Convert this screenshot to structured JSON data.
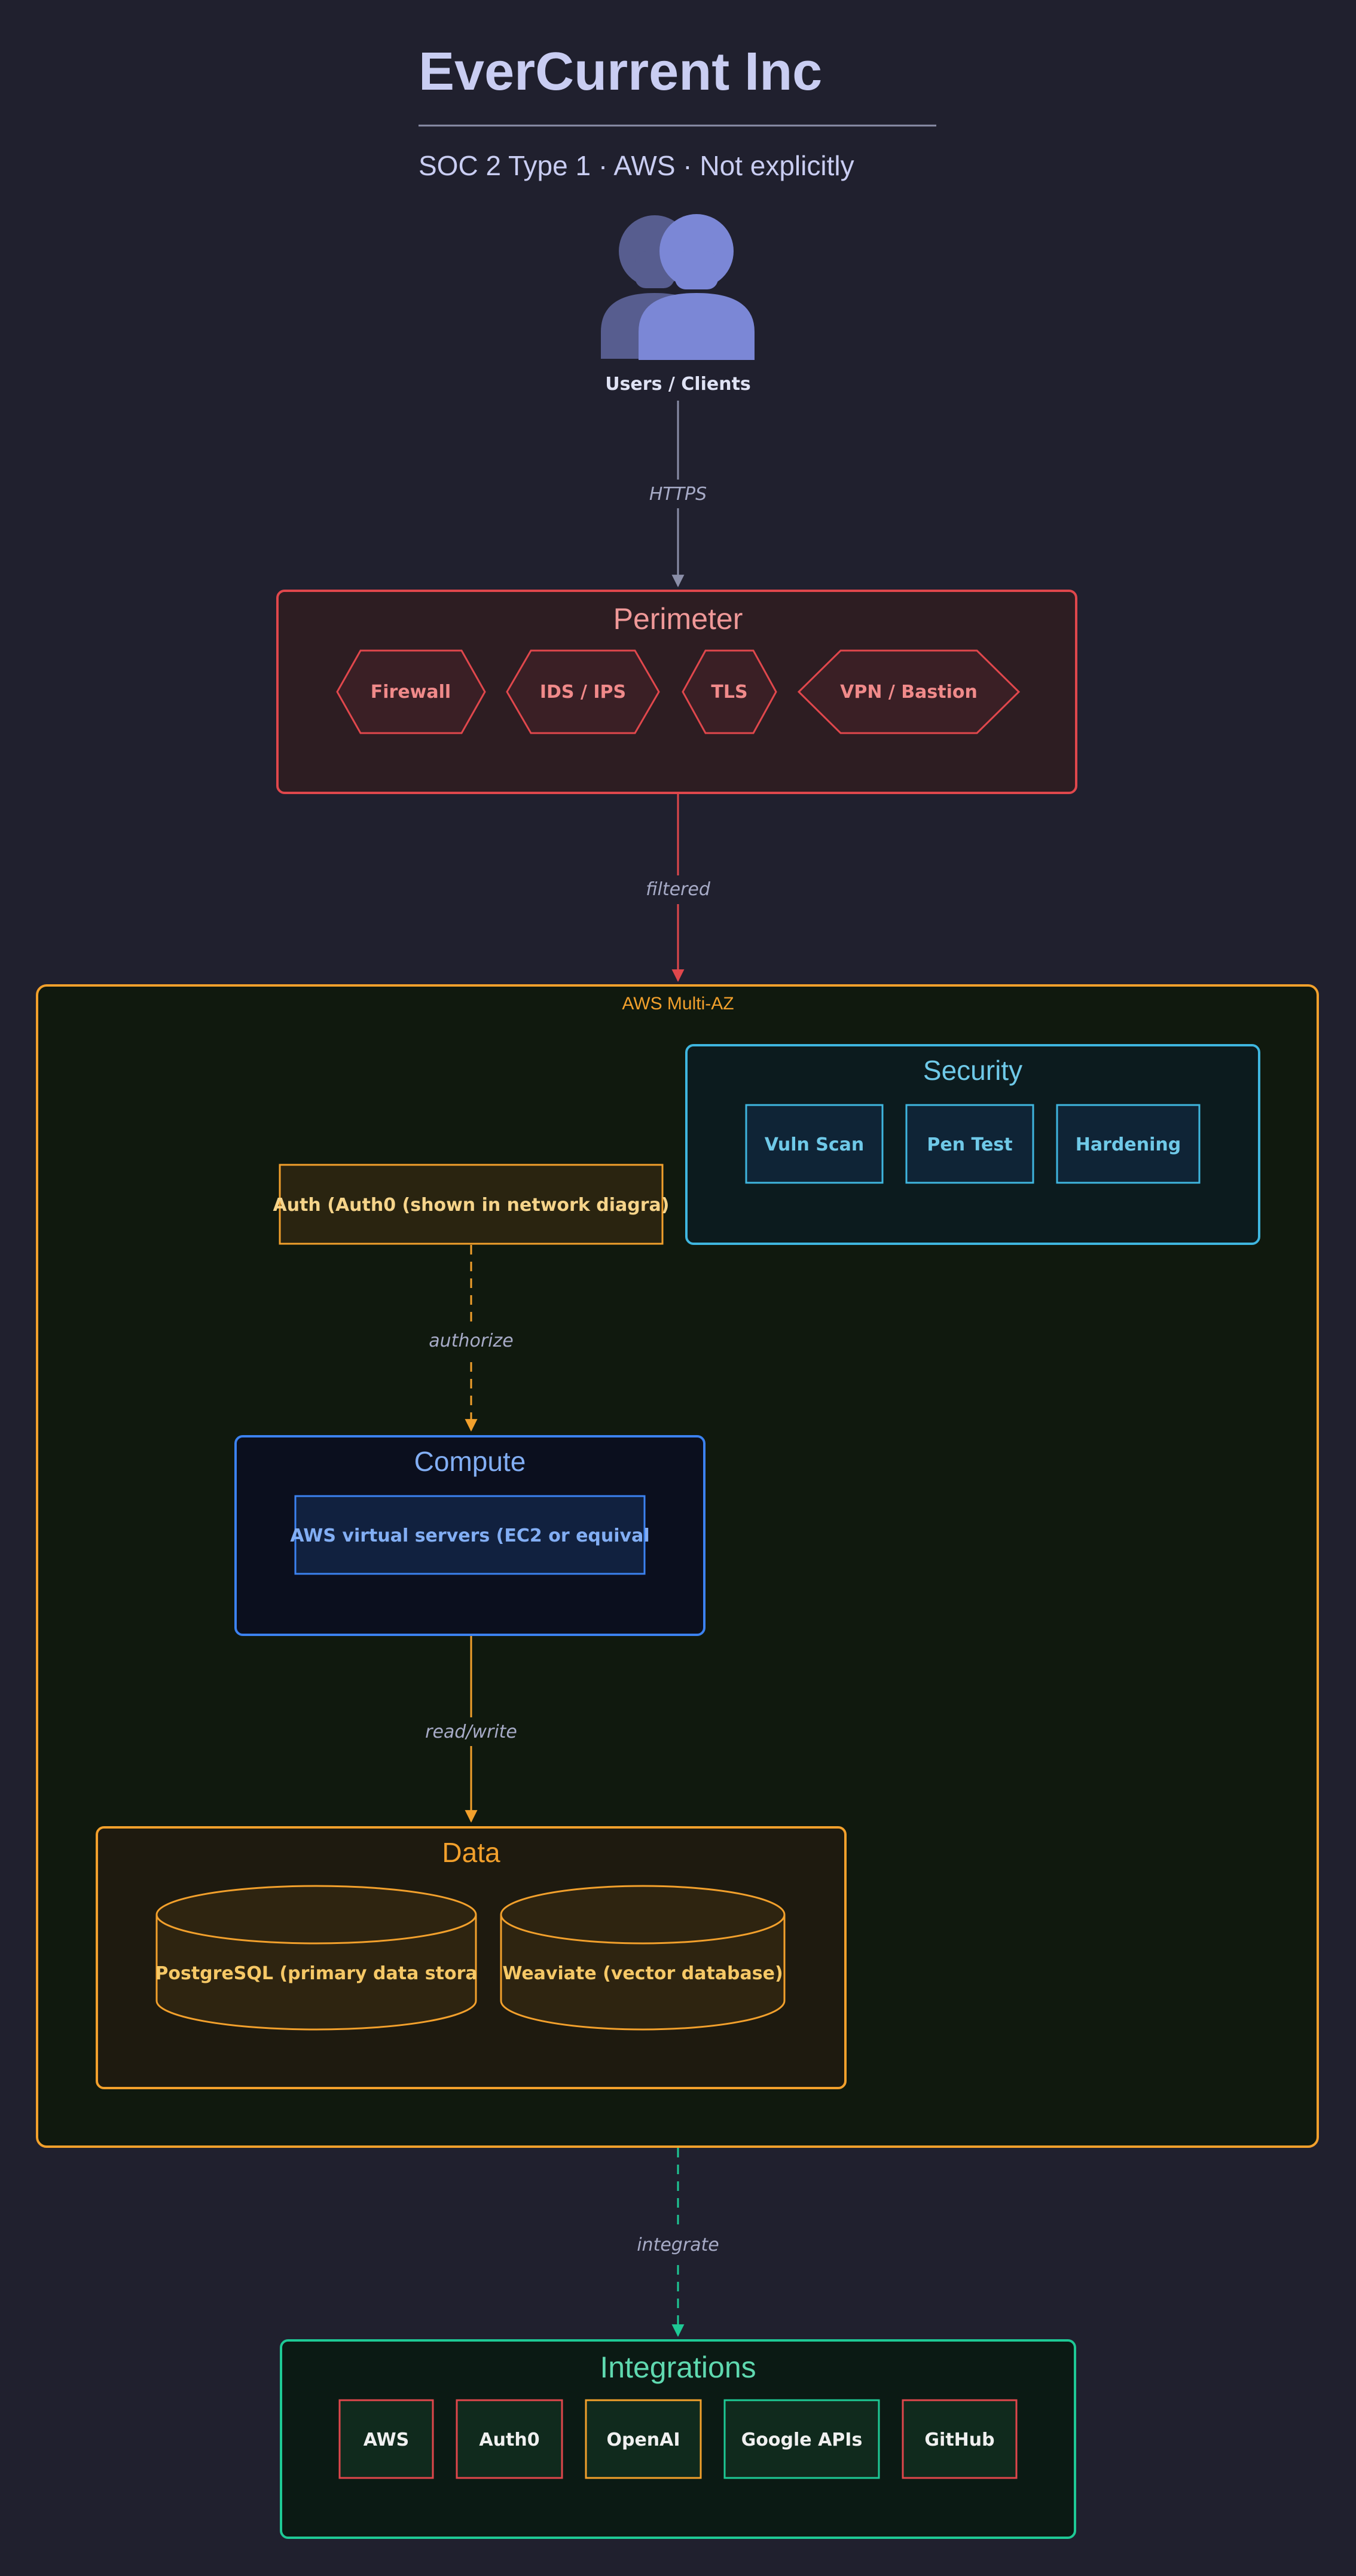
{
  "header": {
    "title": "EverCurrent Inc",
    "subtitle": "SOC 2 Type 1 · AWS · Not explicitly"
  },
  "users": {
    "label": "Users / Clients",
    "icon": "users-icon"
  },
  "edges": {
    "https": "HTTPS",
    "filtered": "filtered",
    "authorize": "authorize",
    "read_write": "read/write",
    "integrate": "integrate"
  },
  "perimeter": {
    "title": "Perimeter",
    "items": [
      "Firewall",
      "IDS / IPS",
      "TLS",
      "VPN / Bastion"
    ]
  },
  "aws": {
    "label": "AWS Multi-AZ"
  },
  "security": {
    "title": "Security",
    "items": [
      "Vuln Scan",
      "Pen Test",
      "Hardening"
    ]
  },
  "auth": {
    "label": "Auth (Auth0 (shown in network diagra)"
  },
  "compute": {
    "title": "Compute",
    "server": "AWS virtual servers (EC2 or equival"
  },
  "data": {
    "title": "Data",
    "stores": [
      "PostgreSQL (primary data stora",
      "Weaviate (vector database)"
    ]
  },
  "integrations": {
    "title": "Integrations",
    "items": [
      "AWS",
      "Auth0",
      "OpenAI",
      "Google APIs",
      "GitHub"
    ]
  },
  "colors": {
    "background": "#20202e",
    "perimeter": "#e0474c",
    "aws": "#f2a02c",
    "security": "#3fb6df",
    "compute": "#3c82f0",
    "data": "#f2a02c",
    "integrations": "#1ec995",
    "user_icon": "#7b87d6"
  }
}
